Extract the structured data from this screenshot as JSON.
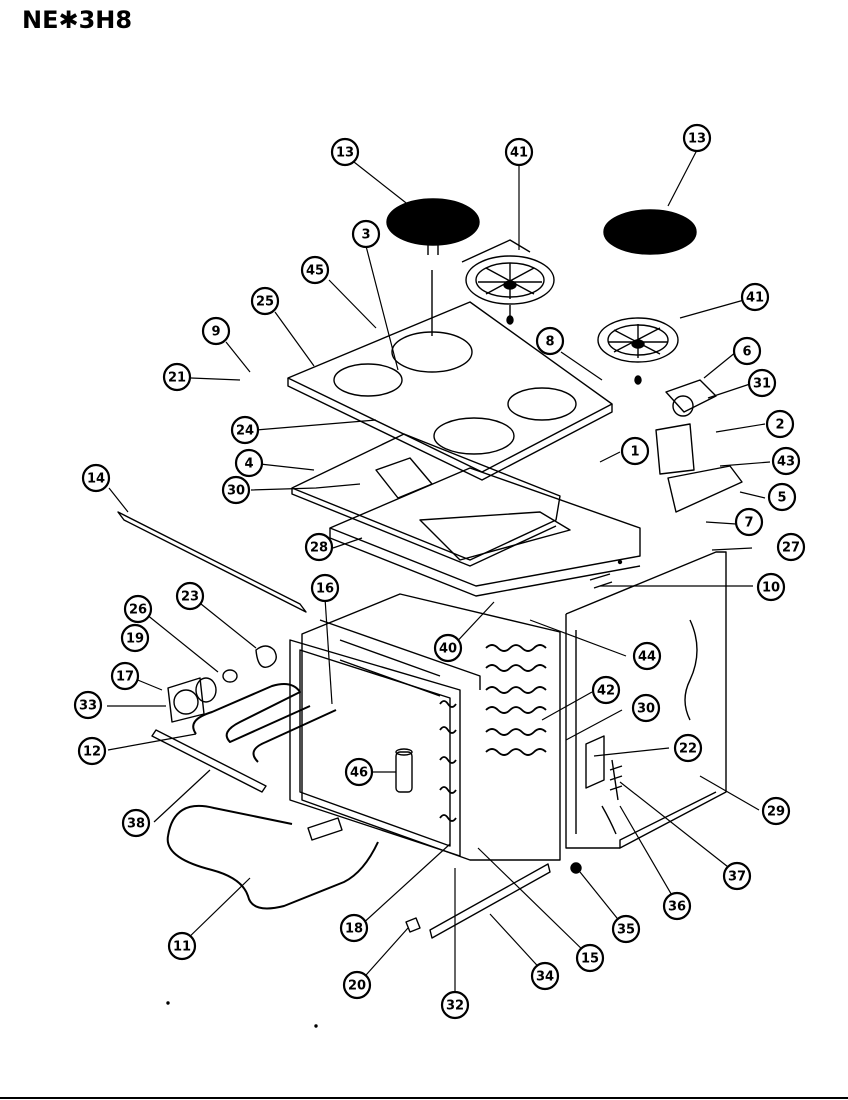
{
  "header": {
    "model": "NE✱3H8"
  },
  "callouts": [
    {
      "label": "13"
    },
    {
      "label": "41"
    },
    {
      "label": "13"
    },
    {
      "label": "3"
    },
    {
      "label": "45"
    },
    {
      "label": "25"
    },
    {
      "label": "41"
    },
    {
      "label": "9"
    },
    {
      "label": "8"
    },
    {
      "label": "21"
    },
    {
      "label": "6"
    },
    {
      "label": "31"
    },
    {
      "label": "24"
    },
    {
      "label": "2"
    },
    {
      "label": "1"
    },
    {
      "label": "4"
    },
    {
      "label": "43"
    },
    {
      "label": "30"
    },
    {
      "label": "14"
    },
    {
      "label": "5"
    },
    {
      "label": "7"
    },
    {
      "label": "28"
    },
    {
      "label": "27"
    },
    {
      "label": "16"
    },
    {
      "label": "23"
    },
    {
      "label": "10"
    },
    {
      "label": "26"
    },
    {
      "label": "19"
    },
    {
      "label": "40"
    },
    {
      "label": "44"
    },
    {
      "label": "17"
    },
    {
      "label": "42"
    },
    {
      "label": "33"
    },
    {
      "label": "30"
    },
    {
      "label": "12"
    },
    {
      "label": "22"
    },
    {
      "label": "46"
    },
    {
      "label": "38"
    },
    {
      "label": "29"
    },
    {
      "label": "37"
    },
    {
      "label": "18"
    },
    {
      "label": "36"
    },
    {
      "label": "35"
    },
    {
      "label": "11"
    },
    {
      "label": "15"
    },
    {
      "label": "20"
    },
    {
      "label": "34"
    },
    {
      "label": "32"
    }
  ]
}
